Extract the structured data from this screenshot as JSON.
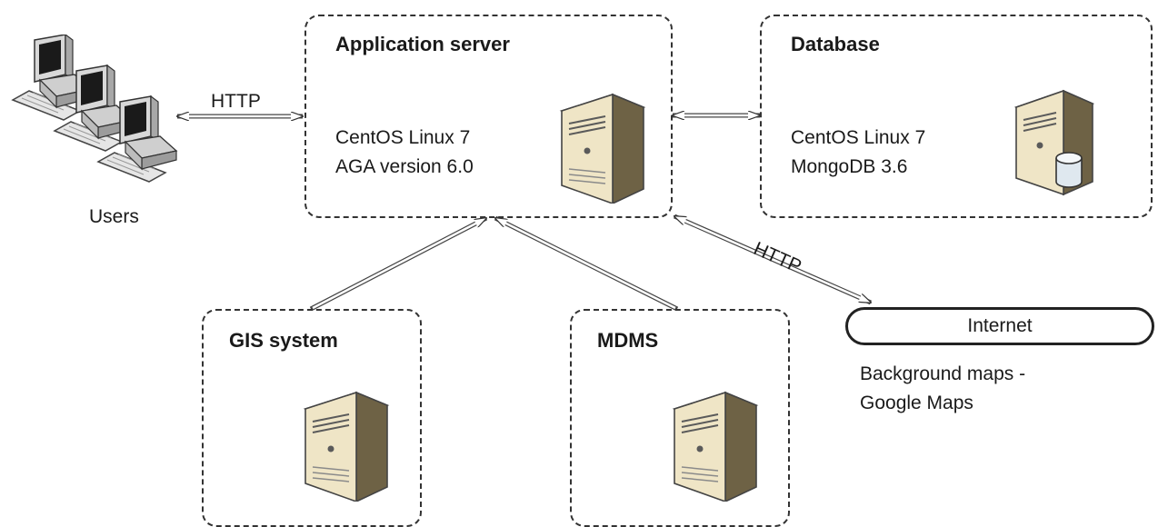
{
  "users": {
    "label": "Users"
  },
  "app_server": {
    "title": "Application server",
    "lines": [
      "CentOS Linux 7",
      "AGA version 6.0"
    ]
  },
  "database": {
    "title": "Database",
    "lines": [
      "CentOS Linux 7",
      "MongoDB 3.6"
    ]
  },
  "gis": {
    "title": "GIS system"
  },
  "mdms": {
    "title": "MDMS"
  },
  "internet": {
    "label": "Internet",
    "note_lines": [
      "Background maps -",
      "Google Maps"
    ]
  },
  "connections": {
    "users_http": "HTTP",
    "internet_http": "HTTP"
  },
  "icons": {
    "users": "desktop-computers-icon",
    "server": "server-tower-icon",
    "database": "database-server-icon"
  }
}
